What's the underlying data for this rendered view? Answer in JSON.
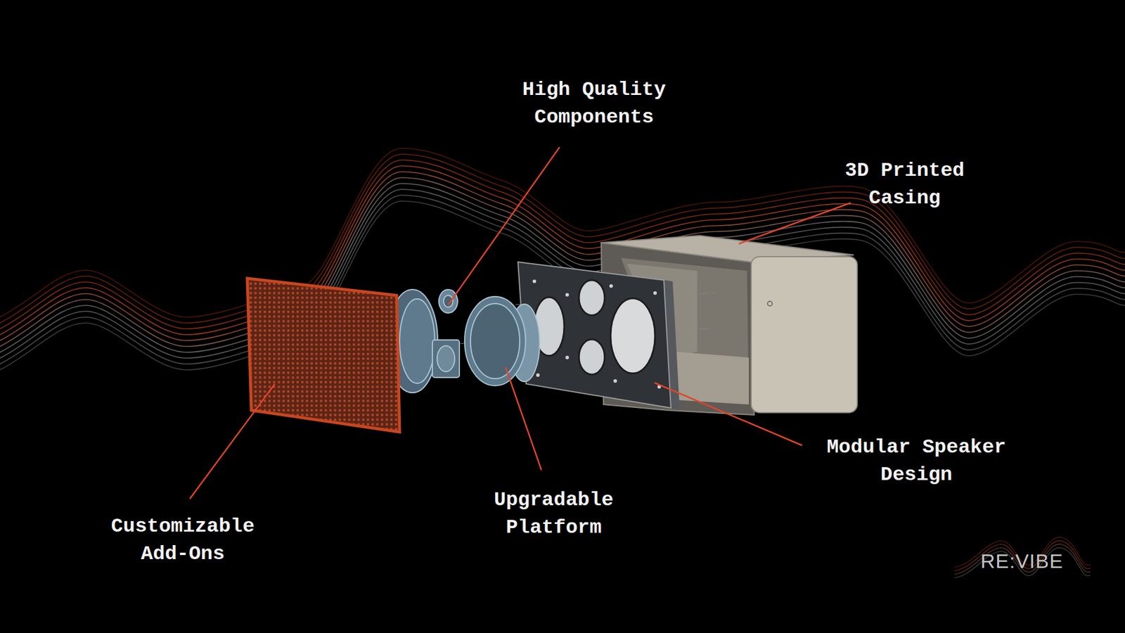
{
  "diagram": {
    "labels": [
      "High Quality Components",
      "3D Printed Casing",
      "Modular Speaker Design",
      "Upgradable Platform",
      "Customizable Add-Ons",
      "RE:VIBE"
    ]
  }
}
